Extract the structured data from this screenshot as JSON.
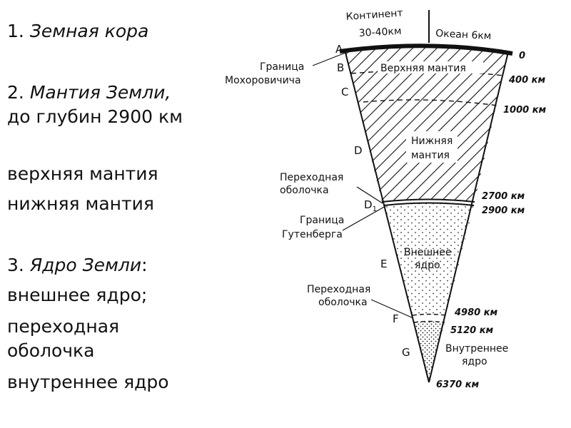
{
  "left_list": {
    "item1_num": "1. ",
    "item1_title": "Земная кора",
    "item2_num": "2. ",
    "item2_title": "Мантия Земли,",
    "item2_sub": "до глубин 2900 км",
    "upper_mantle": "верхняя мантия",
    "lower_mantle": "нижняя мантия",
    "item3_num": "3. ",
    "item3_title": "Ядро Земли",
    "item3_colon": ":",
    "outer_core": "внешнее ядро;",
    "transition_1": "переходная",
    "transition_2": "оболочка",
    "inner_core": " внутреннее ядро"
  },
  "diagram": {
    "continent_label": "Континент",
    "continent_depth": "30-40км",
    "ocean_label": "Океан 6км",
    "moho_1": "Граница",
    "moho_2": "Мохоровичича",
    "upper_mantle": "Верхняя мантия",
    "lower_mantle_1": "Нижняя",
    "lower_mantle_2": "мантия",
    "transition_a_1": "Переходная",
    "transition_a_2": "оболочка",
    "gutenberg_1": "Граница",
    "gutenberg_2": "Гутенберга",
    "outer_core_1": "Внешнее",
    "outer_core_2": "ядро",
    "transition_b_1": "Переходная",
    "transition_b_2": "оболочка",
    "inner_core_1": "Внутреннее",
    "inner_core_2": "ядро",
    "letters": {
      "A": "A",
      "B": "B",
      "C": "C",
      "D": "D",
      "D1": "D",
      "D1_sub": "1",
      "E": "E",
      "F": "F",
      "G": "G"
    },
    "depths": {
      "d0": "0",
      "d400": "400 км",
      "d1000": "1000 км",
      "d2700": "2700 км",
      "d2900": "2900 км",
      "d4980": "4980 км",
      "d5120": "5120 км",
      "d6370": "6370 км"
    }
  }
}
